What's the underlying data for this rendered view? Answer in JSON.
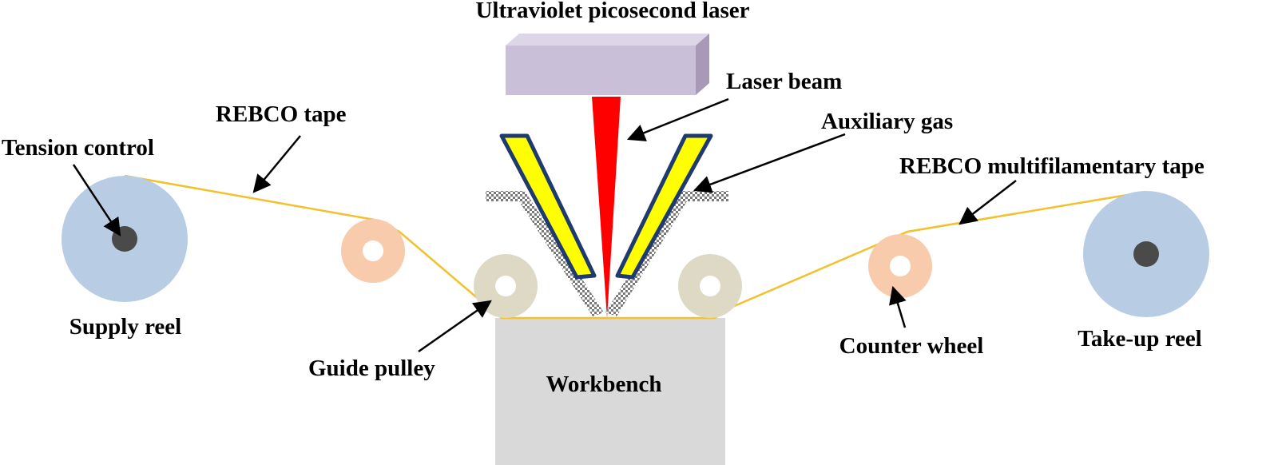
{
  "labels": {
    "laser": "Ultraviolet picosecond laser",
    "laser_beam": "Laser beam",
    "auxiliary_gas": "Auxiliary gas",
    "rebco_tape": "REBCO tape",
    "tension_control": "Tension control",
    "rebco_multifilamentary_tape": "REBCO multifilamentary tape",
    "supply_reel": "Supply reel",
    "guide_pulley": "Guide pulley",
    "workbench": "Workbench",
    "counter_wheel": "Counter wheel",
    "take_up_reel": "Take-up reel"
  },
  "colors": {
    "laser_box_front": "#c9bfd9",
    "laser_box_top": "#ddd6e8",
    "laser_box_side": "#a89ab6",
    "laser_beam": "#ff0000",
    "nozzle_fill": "#ffff00",
    "nozzle_outline": "#1f3a6e",
    "gas_hatch": "#8a8a8a",
    "tape": "#f2c12e",
    "reel": "#b8cce4",
    "reel_hub": "#4a4a4a",
    "counter_wheel": "#f8cbad",
    "guide_pulley": "#ddd9c4",
    "workbench": "#d9d9d9",
    "arrow": "#000000"
  }
}
